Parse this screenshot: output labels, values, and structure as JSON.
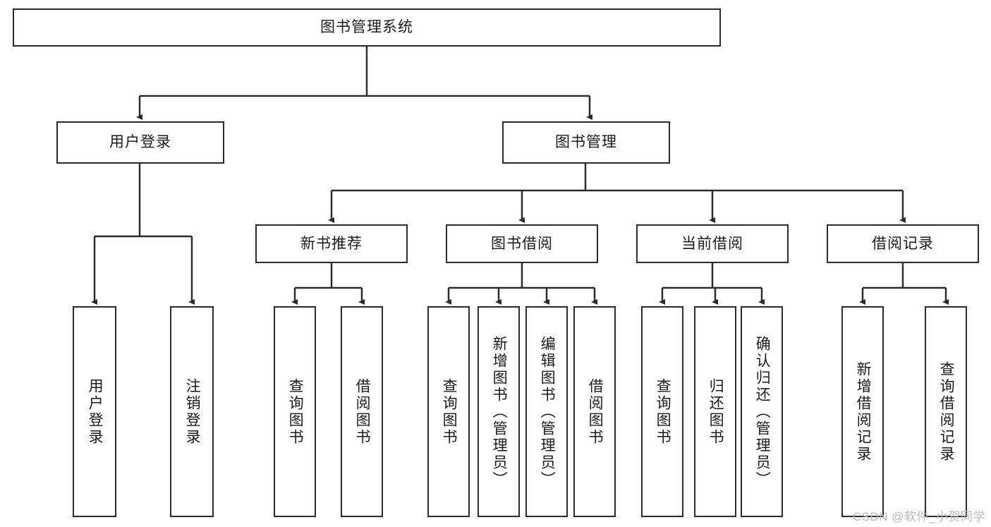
{
  "diagram": {
    "title_node": {
      "label": "图书管理系统"
    },
    "level2": [
      {
        "id": "user-login",
        "label": "用户登录"
      },
      {
        "id": "book-management",
        "label": "图书管理"
      }
    ],
    "level3": [
      {
        "id": "new-book-recommend",
        "label": "新书推荐"
      },
      {
        "id": "book-borrow",
        "label": "图书借阅"
      },
      {
        "id": "current-borrow",
        "label": "当前借阅"
      },
      {
        "id": "borrow-record",
        "label": "借阅记录"
      }
    ],
    "leaves": [
      {
        "id": "leaf-user-login",
        "label": "用户登录"
      },
      {
        "id": "leaf-logout-login",
        "label": "注销登录"
      },
      {
        "id": "leaf-query-book-1",
        "label": "查询图书"
      },
      {
        "id": "leaf-borrow-book-1",
        "label": "借阅图书"
      },
      {
        "id": "leaf-query-book-2",
        "label": "查询图书"
      },
      {
        "id": "leaf-add-book-admin",
        "label": "新增图书（管理员）"
      },
      {
        "id": "leaf-edit-book-admin",
        "label": "编辑图书（管理员）"
      },
      {
        "id": "leaf-borrow-book-2",
        "label": "借阅图书"
      },
      {
        "id": "leaf-query-book-3",
        "label": "查询图书"
      },
      {
        "id": "leaf-return-book",
        "label": "归还图书"
      },
      {
        "id": "leaf-confirm-return-admin",
        "label": "确认归还（管理员）"
      },
      {
        "id": "leaf-add-borrow-record",
        "label": "新增借阅记录"
      },
      {
        "id": "leaf-query-borrow-record",
        "label": "查询借阅记录"
      }
    ],
    "watermark": "CSDN @软件_小贺同学",
    "colors": {
      "stroke": "#2b2b2b",
      "fill": "#ffffff",
      "text": "#1b1b1b",
      "watermark": "#b9b9b9"
    }
  }
}
